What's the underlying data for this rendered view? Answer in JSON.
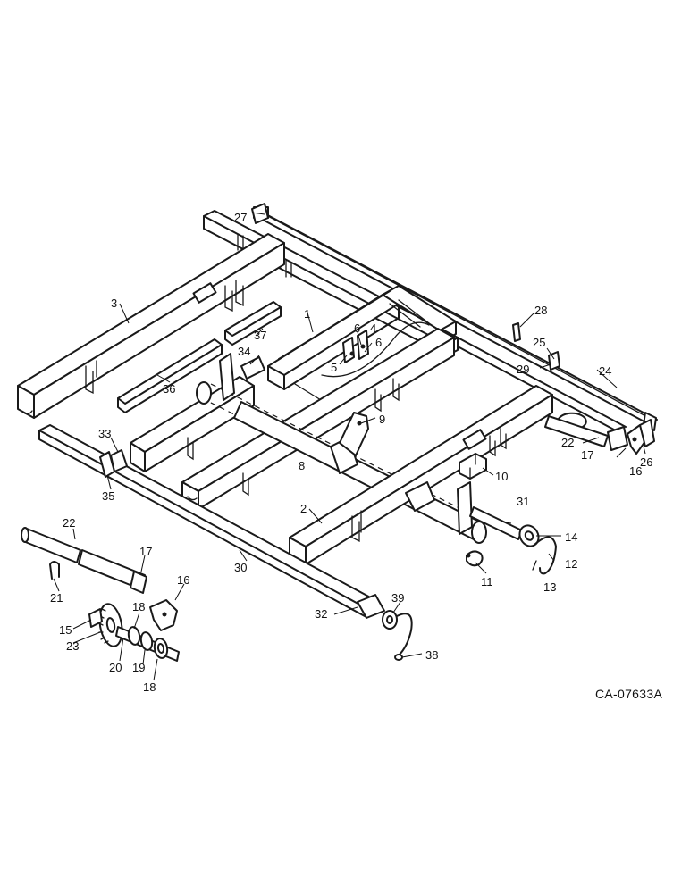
{
  "drawing": {
    "code": "CA-07633A",
    "callouts": [
      {
        "id": "c1",
        "text": "1"
      },
      {
        "id": "c2",
        "text": "2"
      },
      {
        "id": "c3",
        "text": "3"
      },
      {
        "id": "c4",
        "text": "4"
      },
      {
        "id": "c5",
        "text": "5"
      },
      {
        "id": "c6a",
        "text": "6"
      },
      {
        "id": "c6b",
        "text": "6"
      },
      {
        "id": "c8",
        "text": "8"
      },
      {
        "id": "c9",
        "text": "9"
      },
      {
        "id": "c10",
        "text": "10"
      },
      {
        "id": "c11",
        "text": "11"
      },
      {
        "id": "c12",
        "text": "12"
      },
      {
        "id": "c13",
        "text": "13"
      },
      {
        "id": "c14",
        "text": "14"
      },
      {
        "id": "c15",
        "text": "15"
      },
      {
        "id": "c16a",
        "text": "16"
      },
      {
        "id": "c16b",
        "text": "16"
      },
      {
        "id": "c17a",
        "text": "17"
      },
      {
        "id": "c17b",
        "text": "17"
      },
      {
        "id": "c18a",
        "text": "18"
      },
      {
        "id": "c18b",
        "text": "18"
      },
      {
        "id": "c19",
        "text": "19"
      },
      {
        "id": "c20",
        "text": "20"
      },
      {
        "id": "c21",
        "text": "21"
      },
      {
        "id": "c22a",
        "text": "22"
      },
      {
        "id": "c22b",
        "text": "22"
      },
      {
        "id": "c23",
        "text": "23"
      },
      {
        "id": "c24",
        "text": "24"
      },
      {
        "id": "c25",
        "text": "25"
      },
      {
        "id": "c26",
        "text": "26"
      },
      {
        "id": "c27",
        "text": "27"
      },
      {
        "id": "c28",
        "text": "28"
      },
      {
        "id": "c29",
        "text": "29"
      },
      {
        "id": "c30",
        "text": "30"
      },
      {
        "id": "c31",
        "text": "31"
      },
      {
        "id": "c32",
        "text": "32"
      },
      {
        "id": "c33",
        "text": "33"
      },
      {
        "id": "c34",
        "text": "34"
      },
      {
        "id": "c35",
        "text": "35"
      },
      {
        "id": "c36",
        "text": "36"
      },
      {
        "id": "c37",
        "text": "37"
      },
      {
        "id": "c38",
        "text": "38"
      },
      {
        "id": "c39",
        "text": "39"
      }
    ]
  }
}
